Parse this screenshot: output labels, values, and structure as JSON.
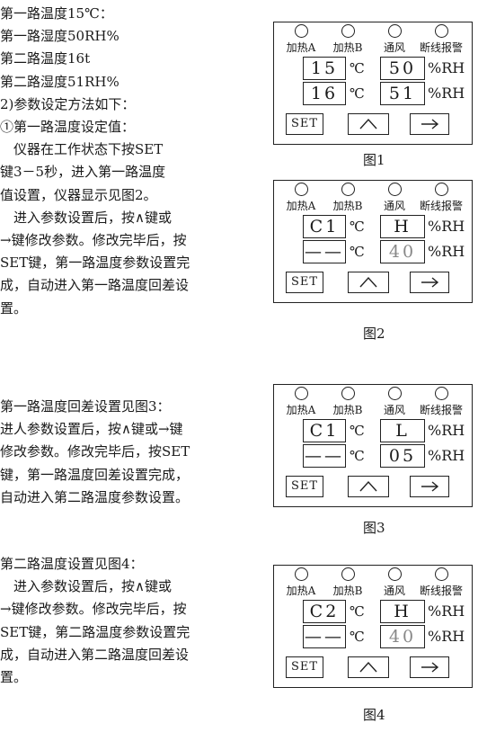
{
  "text": {
    "block1": [
      "第一路温度15℃：",
      "第一路湿度50RH%",
      "第二路温度16t",
      "第二路湿度51RH%",
      "2)参数设定方法如下：",
      "①第一路温度设定值：",
      "　仪器在工作状态下按SET",
      "键3－5秒，进入第一路温度",
      "值设置，仪器显示见图2。",
      "　进入参数设置后，按∧键或",
      "→键修改参数。修改完毕后，按",
      "SET键，第一路温度参数设置完",
      "成，自动进入第一路温度回差设",
      "置。"
    ],
    "block2": [
      "第一路温度回差设置见图3：",
      "进人参数设置后，按∧键或→键",
      "修改参数。修改完毕后，按SET",
      "键，第一路温度回差设置完成，",
      "自动进入第二路温度参数设置。"
    ],
    "block3": [
      "第二路温度设置见图4：",
      "　进入参数设置后，按∧键或",
      "→键修改参数。修改完毕后，按",
      "SET键，第二路温度参数设置完",
      "成，自动进入第二路温度回差设",
      "置。"
    ]
  },
  "indicators": [
    "加热A",
    "加热B",
    "通风",
    "断线报警"
  ],
  "buttons": {
    "set": "SET",
    "up": "up-caret-icon",
    "right": "right-arrow-icon"
  },
  "units": {
    "temp": "℃",
    "hum": "%RH"
  },
  "figures": [
    {
      "caption": "图1",
      "row1_left": "15",
      "row1_right": "50",
      "row2_left": "16",
      "row2_right": "51"
    },
    {
      "caption": "图2",
      "row1_left": "C1",
      "row1_right": "H",
      "row2_left": "——",
      "row2_right": "40"
    },
    {
      "caption": "图3",
      "row1_left": "C1",
      "row1_right": "L",
      "row2_left": "——",
      "row2_right": "05"
    },
    {
      "caption": "图4",
      "row1_left": "C2",
      "row1_right": "H",
      "row2_left": "——",
      "row2_right": "40"
    }
  ],
  "colors": {
    "ink": "#1a1a1a",
    "dim_digit": "#888888"
  }
}
